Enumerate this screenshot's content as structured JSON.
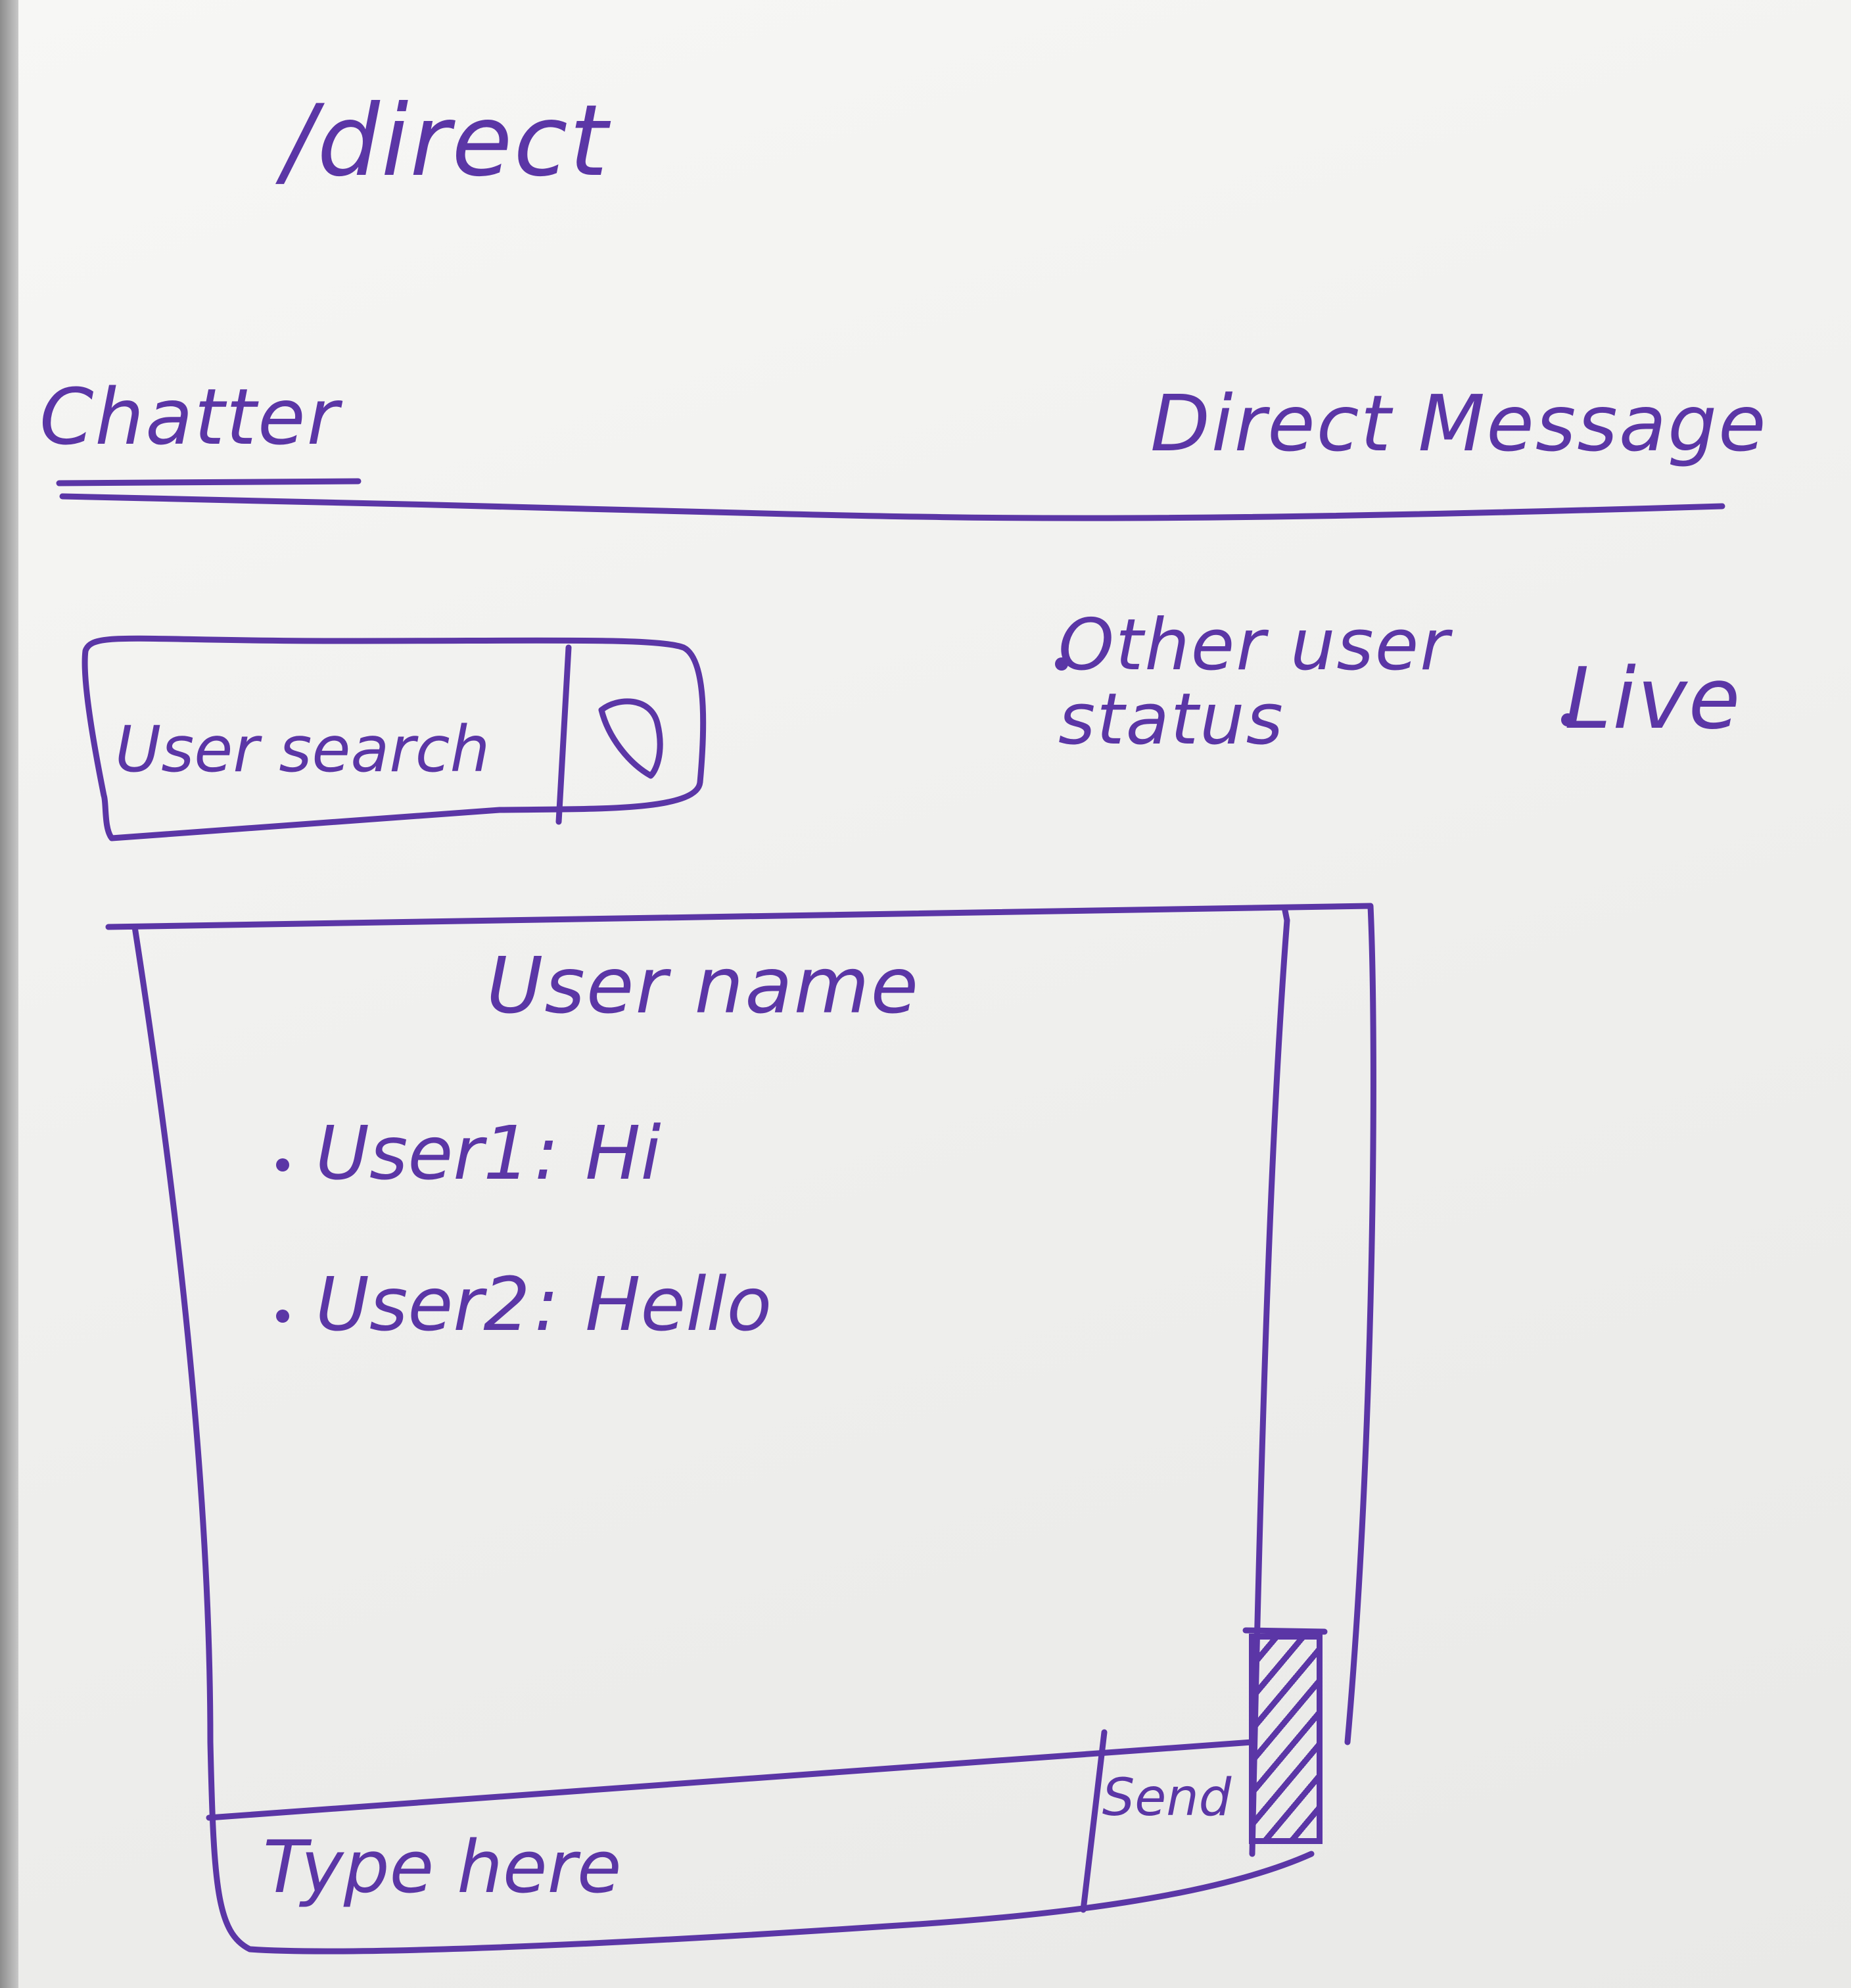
{
  "page": {
    "route": "/direct"
  },
  "header": {
    "brand": "Chatter",
    "direct_message_link": "Direct Message"
  },
  "search": {
    "placeholder": "User search",
    "button_icon": "search-icon"
  },
  "status": {
    "label": "Other user\nstatus",
    "value": "Live"
  },
  "chat": {
    "title": "User name",
    "messages": [
      {
        "sender": "User1",
        "text": "Hi"
      },
      {
        "sender": "User2",
        "text": "Hello"
      }
    ],
    "compose_placeholder": "Type here",
    "send_label": "Send"
  },
  "colors": {
    "ink": "#5b36a6",
    "board": "#f3f3f1"
  }
}
